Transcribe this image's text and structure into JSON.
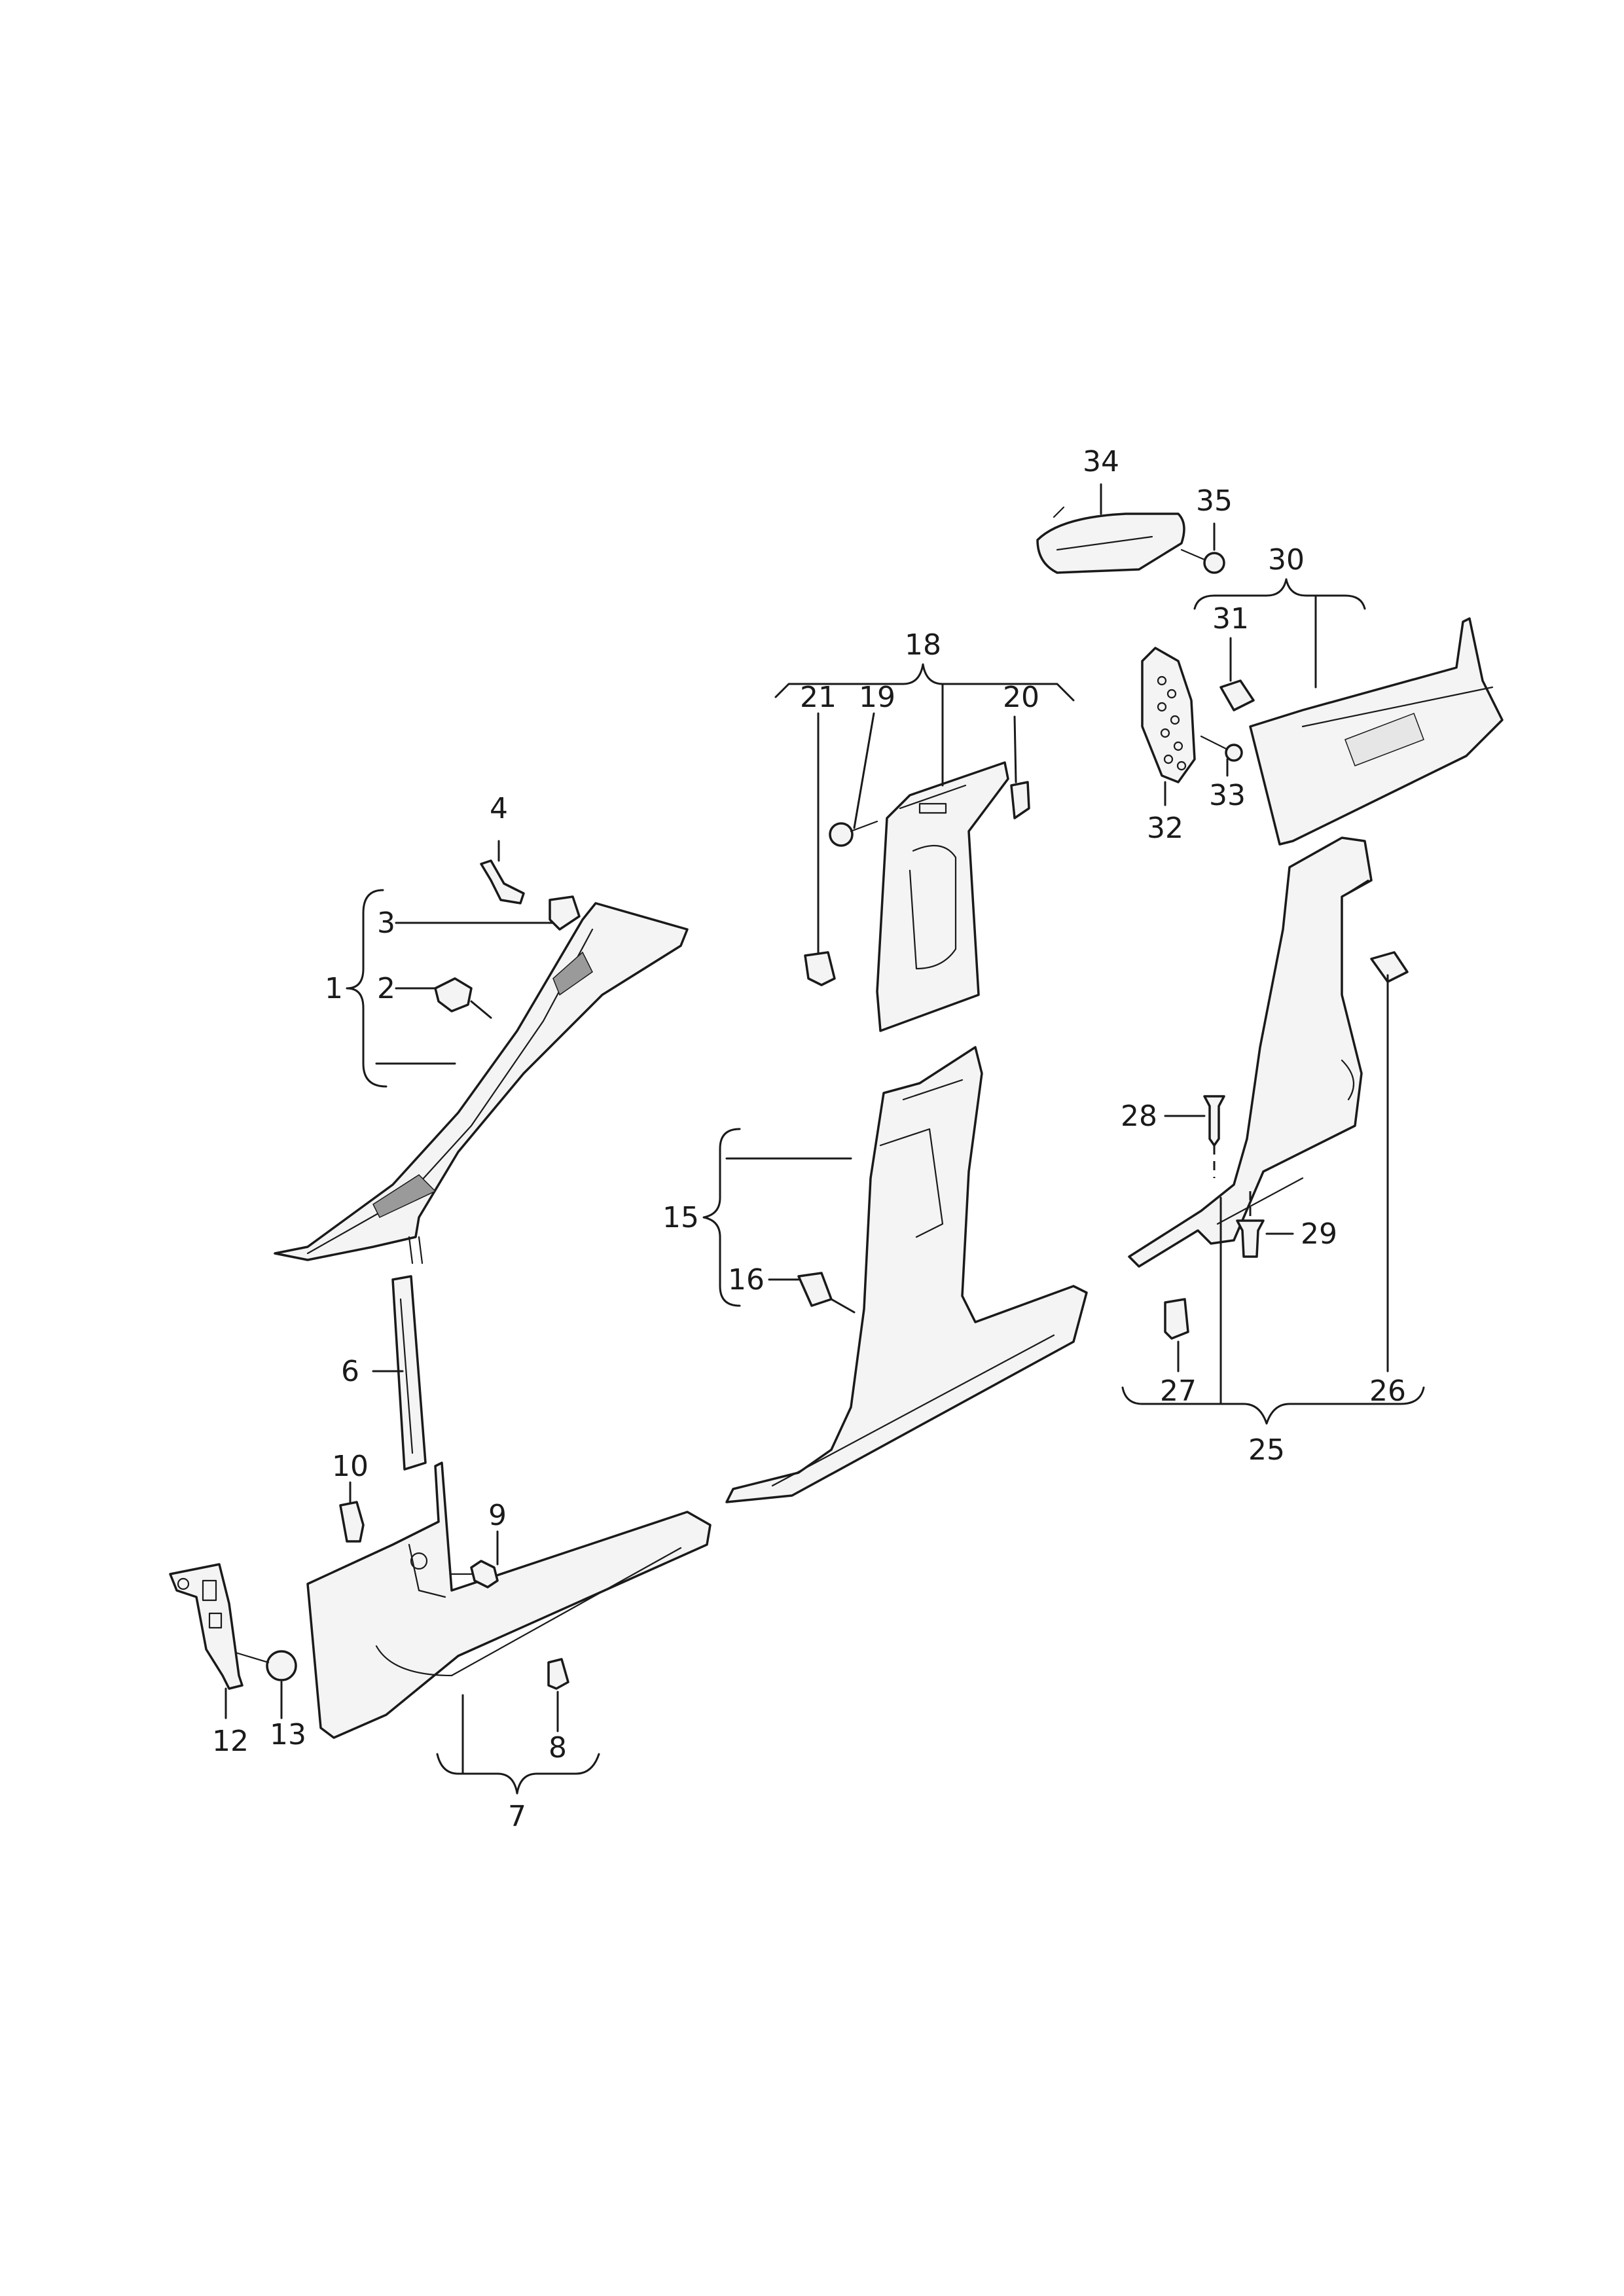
{
  "callouts": {
    "c1": "1",
    "c2": "2",
    "c3": "3",
    "c4": "4",
    "c6": "6",
    "c7": "7",
    "c8": "8",
    "c9": "9",
    "c10": "10",
    "c12": "12",
    "c13": "13",
    "c15": "15",
    "c16": "16",
    "c18": "18",
    "c19": "19",
    "c20": "20",
    "c21": "21",
    "c25": "25",
    "c26": "26",
    "c27": "27",
    "c28": "28",
    "c29": "29",
    "c30": "30",
    "c31": "31",
    "c32": "32",
    "c33": "33",
    "c34": "34",
    "c35": "35"
  }
}
